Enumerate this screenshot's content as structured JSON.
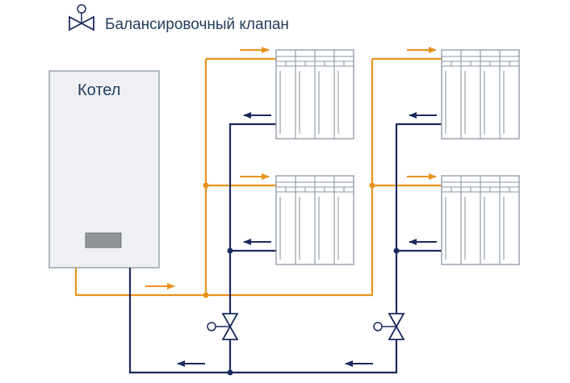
{
  "legend": {
    "label": "Балансировочный клапан",
    "icon": "balancing-valve-icon"
  },
  "boiler": {
    "label": "Котел"
  },
  "colors": {
    "supply": "#e8921e",
    "return": "#1a2a5e",
    "boiler_fill": "#eef0f3",
    "boiler_border": "#8a96a3",
    "display": "#8f9498",
    "text": "#1f3d5c"
  },
  "radiators": {
    "count": 4,
    "sections_each": 4
  },
  "valves": {
    "count": 2
  }
}
